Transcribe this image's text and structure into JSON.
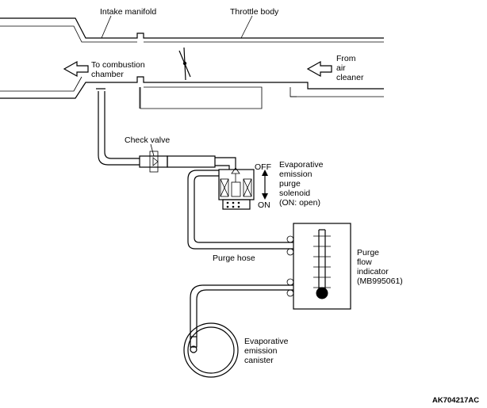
{
  "labels": {
    "intake_manifold": "Intake manifold",
    "throttle_body": "Throttle body",
    "to_combustion": [
      "To combustion",
      "chamber"
    ],
    "from_air": [
      "From",
      "air",
      "cleaner"
    ],
    "check_valve": "Check valve",
    "off": "OFF",
    "on": "ON",
    "solenoid": [
      "Evaporative",
      "emission",
      "purge",
      "solenoid",
      "(ON: open)"
    ],
    "purge_hose": "Purge hose",
    "indicator": [
      "Purge",
      "flow",
      "indicator",
      "(MB995061)"
    ],
    "canister": [
      "Evaporative",
      "emission",
      "canister"
    ],
    "figure_code": "AK704217AC"
  },
  "colors": {
    "line": "#000000",
    "background": "#ffffff"
  }
}
